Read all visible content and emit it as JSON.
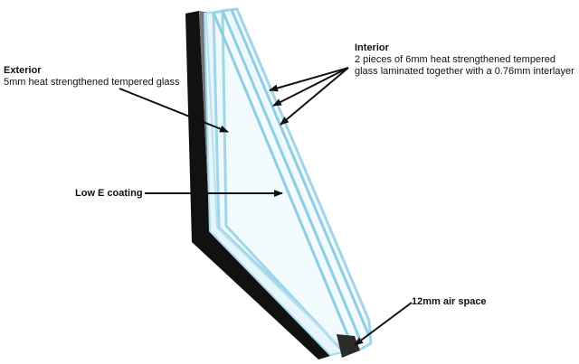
{
  "labels": {
    "exterior_title": "Exterior",
    "exterior_desc": "5mm heat strengthened tempered glass",
    "interior_title": "Interior",
    "interior_desc_line1": "2 pieces of 6mm heat strengthened tempered",
    "interior_desc_line2": "glass laminated together with a 0.76mm interlayer",
    "low_e": "Low E coating",
    "air_space": "12mm air space"
  },
  "colors": {
    "frame": "#111111",
    "glass_fill": "#eaf7fb",
    "glass_edge": "#9fd6ea",
    "arrow": "#111111"
  }
}
